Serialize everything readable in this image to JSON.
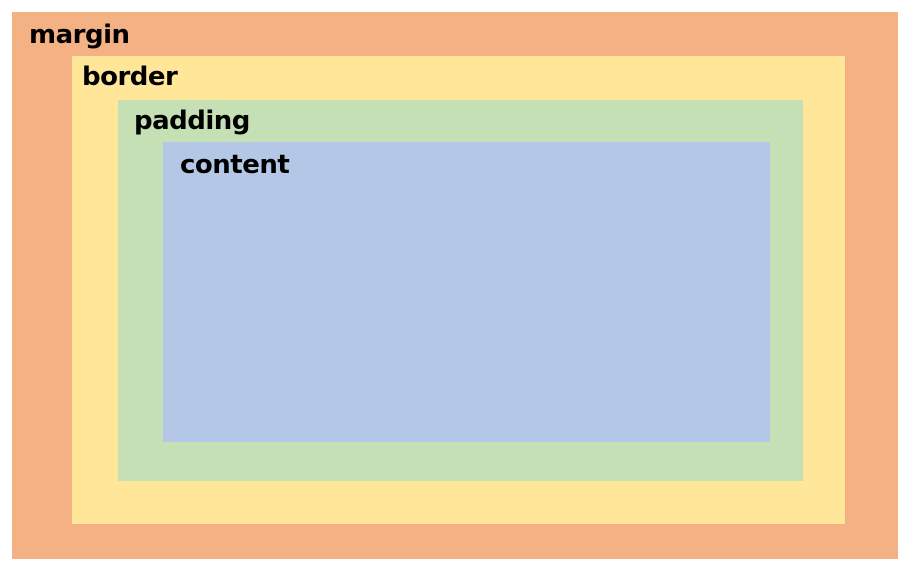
{
  "layers": {
    "margin": {
      "label": "margin",
      "color": "#f4b183"
    },
    "border": {
      "label": "border",
      "color": "#ffe699"
    },
    "padding": {
      "label": "padding",
      "color": "#c5e0b4"
    },
    "content": {
      "label": "content",
      "color": "#b4c7e7"
    }
  }
}
